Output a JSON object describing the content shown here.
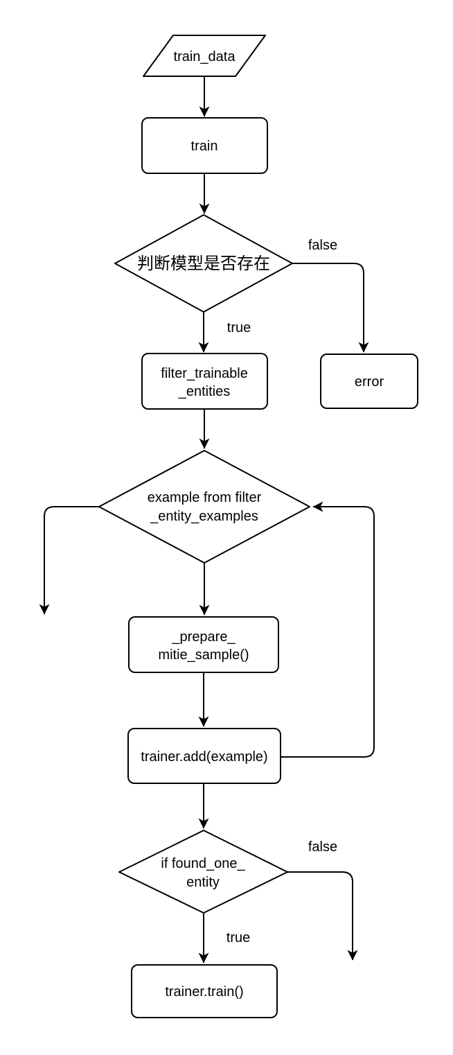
{
  "diagram": {
    "type": "flowchart",
    "colors": {
      "background": "#ffffff",
      "stroke": "#000000",
      "text": "#000000"
    },
    "nodes": {
      "train_data": {
        "shape": "parallelogram",
        "label": "train_data"
      },
      "train": {
        "shape": "process",
        "label": "train"
      },
      "model_exists_decision": {
        "shape": "decision",
        "label": "判断模型是否存在"
      },
      "filter_trainable_entities": {
        "shape": "process",
        "line1": "filter_trainable",
        "line2": "_entities"
      },
      "error": {
        "shape": "process",
        "label": "error"
      },
      "example_loop_decision": {
        "shape": "decision",
        "line1": "example from filter",
        "line2": "_entity_examples"
      },
      "prepare_mitie_sample": {
        "shape": "process",
        "line1": "_prepare_",
        "line2": "mitie_sample()"
      },
      "trainer_add": {
        "shape": "process",
        "label": "trainer.add(example)"
      },
      "found_one_entity_decision": {
        "shape": "decision",
        "line1": "if found_one_",
        "line2": "entity"
      },
      "trainer_train": {
        "shape": "process",
        "label": "trainer.train()"
      }
    },
    "edge_labels": {
      "model_exists_false": "false",
      "model_exists_true": "true",
      "found_one_false": "false",
      "found_one_true": "true"
    }
  }
}
